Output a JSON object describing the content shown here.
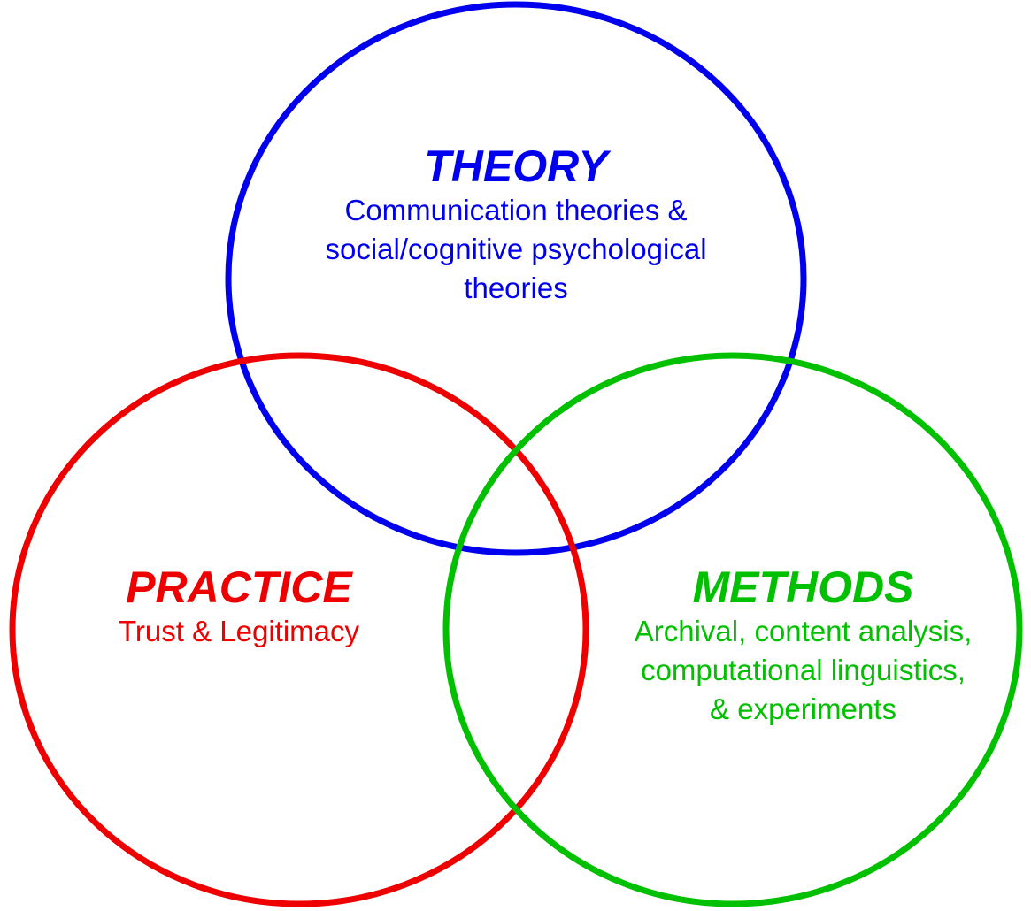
{
  "colors": {
    "theory": "#0000ee",
    "practice": "#ee0000",
    "methods": "#00c000",
    "background": "#ffffff"
  },
  "sets": {
    "theory": {
      "title": "THEORY",
      "lines": [
        "Communication theories &",
        "social/cognitive psychological",
        "theories"
      ]
    },
    "practice": {
      "title": "PRACTICE",
      "lines": [
        "Trust & Legitimacy"
      ]
    },
    "methods": {
      "title": "METHODS",
      "lines": [
        "Archival, content analysis,",
        "computational linguistics,",
        "& experiments"
      ]
    }
  }
}
